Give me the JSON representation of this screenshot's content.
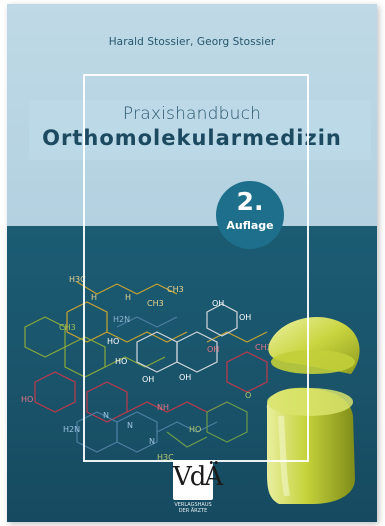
{
  "cover": {
    "authors": "Harald Stossier, Georg Stossier",
    "subtitle": "Praxishandbuch",
    "title": "Orthomolekularmedizin",
    "edition": {
      "number": "2.",
      "label": "Auflage"
    },
    "publisher": {
      "logo_text": "VdÄ",
      "name_line1": "VERLAGSHAUS",
      "name_line2": "DER ÄRZTE"
    },
    "colors": {
      "top_background": "#bfd9e6",
      "bottom_background": "#1b5c73",
      "badge": "#1d6f8c",
      "capsule": "#c7d43a"
    },
    "molecule_labels": [
      "H3C",
      "CH3",
      "CH3",
      "H",
      "H",
      "H2N",
      "CH3",
      "HO",
      "OH",
      "OH",
      "OH",
      "HO",
      "OH",
      "OH",
      "CH3",
      "HO",
      "NH",
      "H2N",
      "N",
      "N",
      "N",
      "HO",
      "O",
      "H3C"
    ]
  }
}
